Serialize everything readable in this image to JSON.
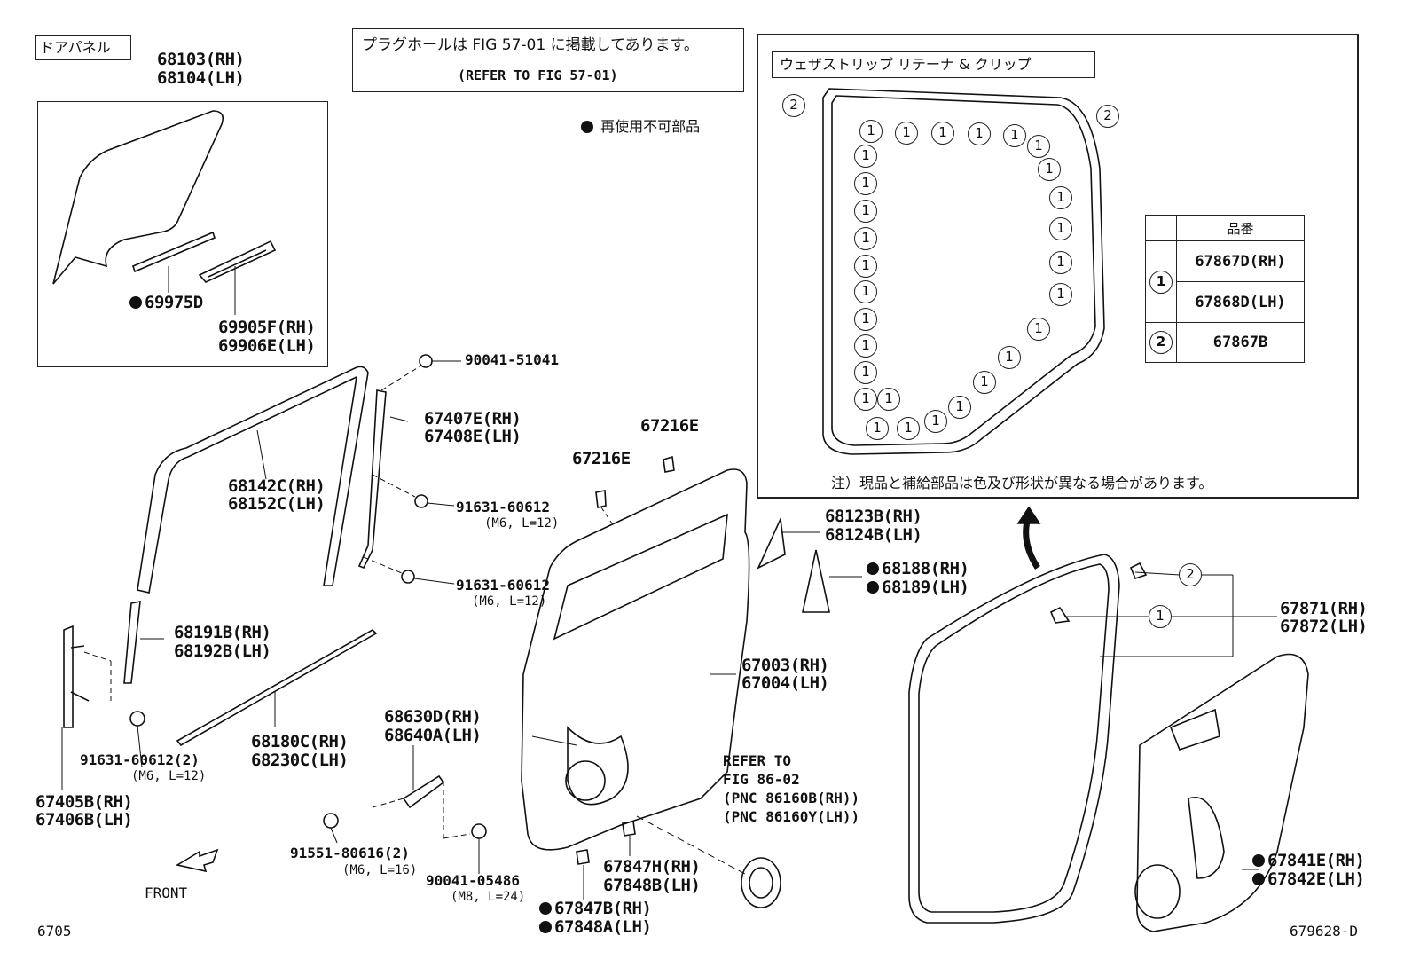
{
  "notes": {
    "door_panel_tag": "ドアパネル",
    "plug_hole_jp": "プラグホールは FIG 57-01 に掲載してあります。",
    "plug_hole_en": "(REFER TO FIG 57-01)",
    "non_reusable": "再使用不可部品",
    "weatherstrip_title": "ウェザストリップ リテーナ & クリップ",
    "color_note": "注）現品と補給部品は色及び形状が異なる場合があります。",
    "front_label": "FRONT",
    "page_code": "6705",
    "figure_code": "679628-D",
    "speaker_ref_1": "REFER TO",
    "speaker_ref_2": "FIG 86-02",
    "speaker_ref_3": "(PNC 86160B(RH))",
    "speaker_ref_4": "(PNC 86160Y(LH))"
  },
  "parts": {
    "glass_rh": "68103(RH)",
    "glass_lh": "68104(LH)",
    "p69975d": "69975D",
    "p69905f": "69905F(RH)",
    "p69906e": "69906E(LH)",
    "bolt_51041": "90041-51041",
    "p67407e": "67407E(RH)",
    "p67408e": "67408E(LH)",
    "p68142c": "68142C(RH)",
    "p68152c": "68152C(LH)",
    "bolt_60612_a": "91631-60612",
    "bolt_60612_a_spec": "(M6, L=12)",
    "bolt_60612_b": "91631-60612",
    "bolt_60612_b_spec": "(M6, L=12)",
    "p68191b": "68191B(RH)",
    "p68192b": "68192B(LH)",
    "p68180c": "68180C(RH)",
    "p68230c": "68230C(LH)",
    "bolt_60612_c": "91631-60612(2)",
    "bolt_60612_c_spec": "(M6, L=12)",
    "p67405b": "67405B(RH)",
    "p67406b": "67406B(LH)",
    "clip_67216e_a": "67216E",
    "clip_67216e_b": "67216E",
    "p68123b": "68123B(RH)",
    "p68124b": "68124B(LH)",
    "p68188": "68188(RH)",
    "p68189": "68189(LH)",
    "p67003": "67003(RH)",
    "p67004": "67004(LH)",
    "p68630d": "68630D(RH)",
    "p68640a": "68640A(LH)",
    "bolt_80616": "91551-80616(2)",
    "bolt_80616_spec": "(M6, L=16)",
    "bolt_05486": "90041-05486",
    "bolt_05486_spec": "(M8, L=24)",
    "p67847h": "67847H(RH)",
    "p67848b": "67848B(LH)",
    "p67847b": "67847B(RH)",
    "p67848a": "67848A(LH)",
    "p67871": "67871(RH)",
    "p67872": "67872(LH)",
    "p67841e": "67841E(RH)",
    "p67842e": "67842E(LH)"
  },
  "clip_table": {
    "header": "品番",
    "rows": [
      {
        "ref": "1",
        "part_rh": "67867D(RH)",
        "part_lh": "67868D(LH)"
      },
      {
        "ref": "2",
        "part": "67867B"
      }
    ]
  },
  "callouts": {
    "one": "1",
    "two": "2"
  }
}
